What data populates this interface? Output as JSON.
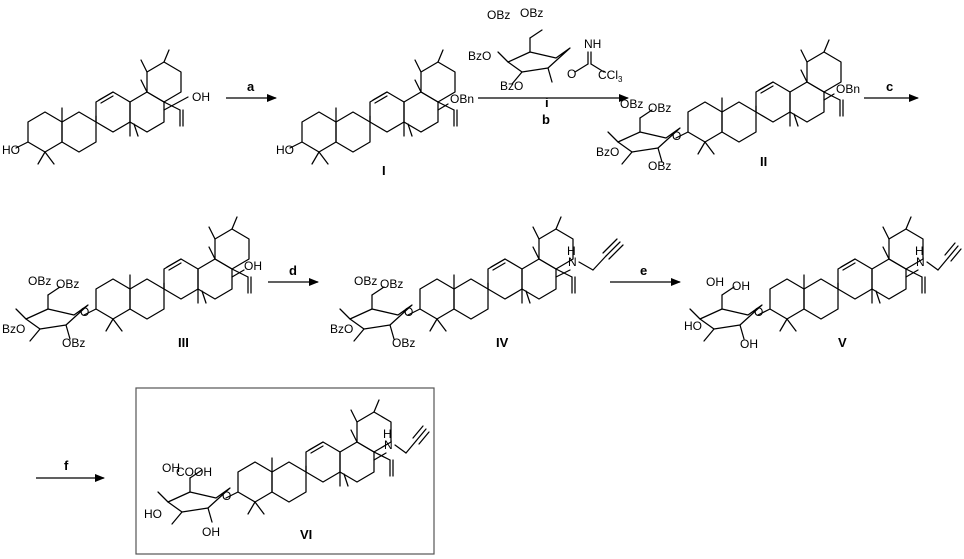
{
  "steps": {
    "a": "a",
    "b": "b",
    "c": "c",
    "d": "d",
    "e": "e",
    "f": "f"
  },
  "compounds": {
    "I": "I",
    "II": "II",
    "III": "III",
    "IV": "IV",
    "V": "V",
    "VI": "VI"
  },
  "reagent_label": "i",
  "groups": {
    "oh": "OH",
    "ho": "HO",
    "obn": "OBn",
    "obz": "OBz",
    "bzo": "BzO",
    "nh_imine": "NH",
    "o": "O",
    "ccl3": "CCl",
    "sub3": "3",
    "n_amide": "N",
    "h_amide": "H",
    "cooh": "COOH"
  },
  "colors": {
    "ink": "#000000",
    "background": "#ffffff",
    "box_border": "#555555"
  }
}
